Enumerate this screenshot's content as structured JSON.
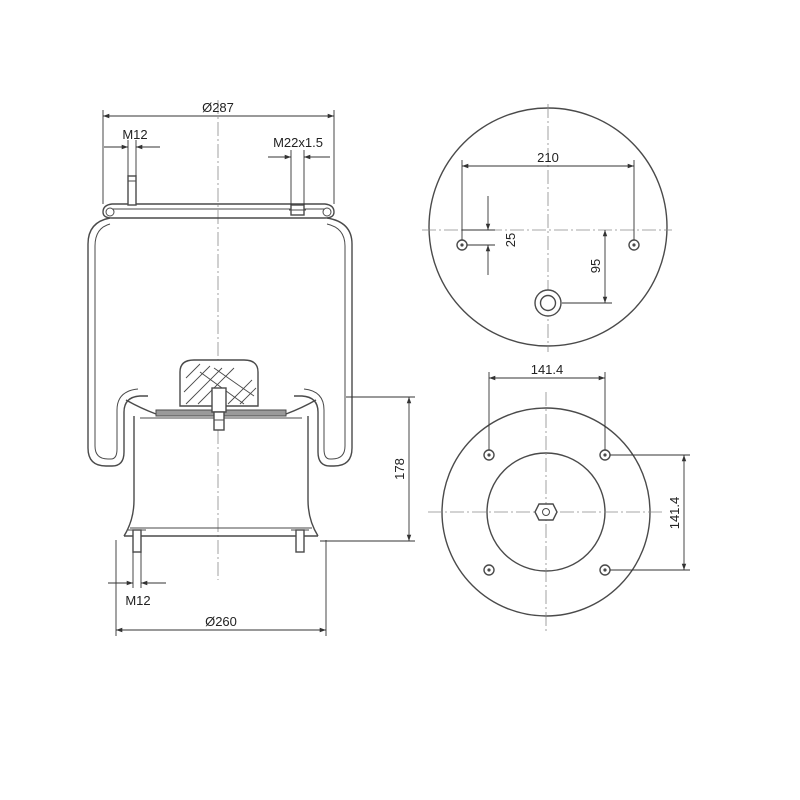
{
  "dimensions": {
    "top_diameter": "Ø287",
    "top_stud_thread": "M12",
    "air_inlet_thread": "M22x1.5",
    "height": "178",
    "bottom_stud_thread": "M12",
    "bottom_diameter": "Ø260",
    "top_bolt_spacing": "210",
    "top_stud_offset": "25",
    "air_inlet_offset": "95",
    "bottom_bolt_spacing_x": "141.4",
    "bottom_bolt_spacing_y": "141.4"
  },
  "colors": {
    "line": "#4a4a4a",
    "dimension": "#333333",
    "background": "#ffffff"
  }
}
